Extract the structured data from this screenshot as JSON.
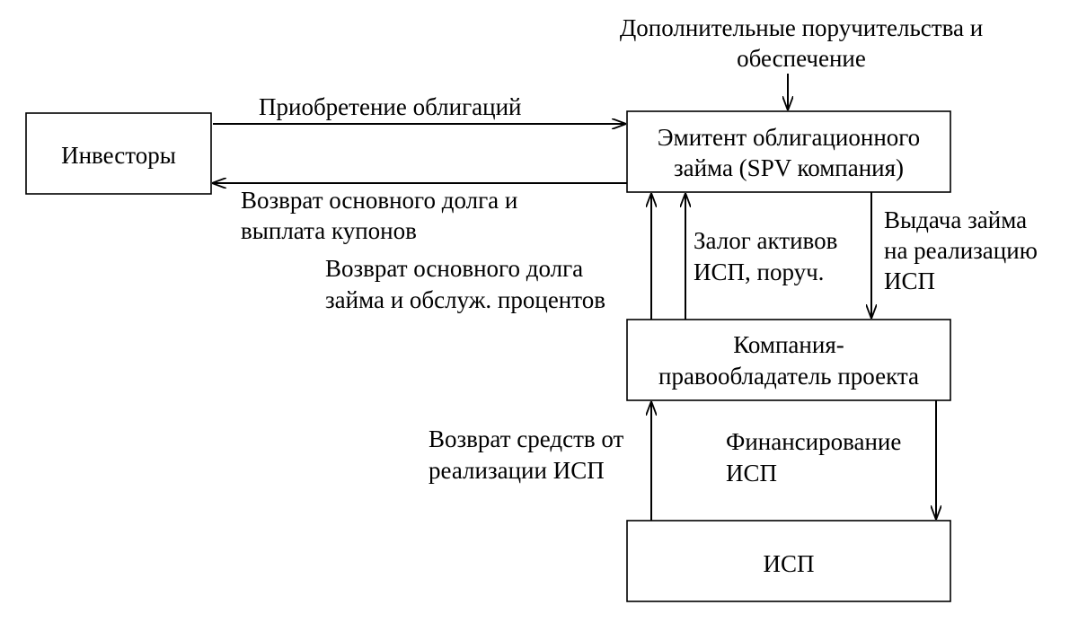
{
  "colors": {
    "background": "#ffffff",
    "ink": "#000000"
  },
  "nodes": {
    "investors": {
      "label": "Инвесторы"
    },
    "issuer": {
      "line1": "Эмитент облигационного",
      "line2": "займа (SPV компания)"
    },
    "company": {
      "line1": "Компания-",
      "line2": "правообладатель проекта"
    },
    "isp": {
      "label": "ИСП"
    }
  },
  "edges": {
    "extra_guarantees": {
      "line1": "Дополнительные поручительства  и",
      "line2": "обеспечение"
    },
    "bond_purchase": {
      "label": "Приобретение облигаций"
    },
    "principal_coupons": {
      "line1": "Возврат основного долга и",
      "line2": "выплата купонов"
    },
    "loan_repayment": {
      "line1": "Возврат основного долга",
      "line2": "займа и обслуж. процентов"
    },
    "collateral": {
      "line1": "Залог активов",
      "line2": "ИСП, поруч."
    },
    "loan_issue": {
      "line1": "Выдача займа",
      "line2": "на реализацию",
      "line3": "ИСП"
    },
    "funds_return": {
      "line1": "Возврат средств от",
      "line2": "реализации ИСП"
    },
    "financing": {
      "line1": "Финансирование",
      "line2": "ИСП"
    }
  }
}
